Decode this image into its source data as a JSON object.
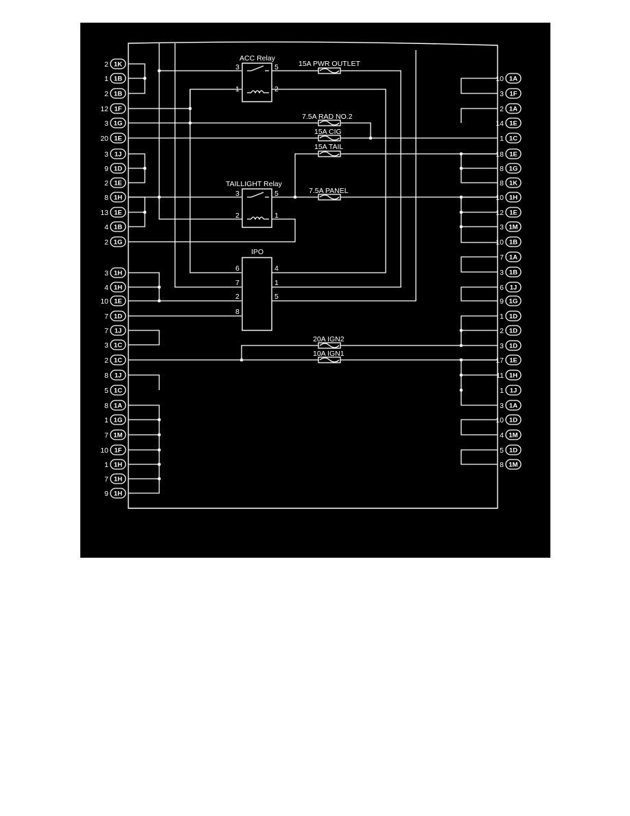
{
  "colors": {
    "background": "#000000",
    "wire": "#ffffff"
  },
  "left_terminals": [
    {
      "pin": "2",
      "conn": "1K"
    },
    {
      "pin": "1",
      "conn": "1B"
    },
    {
      "pin": "2",
      "conn": "1B"
    },
    {
      "pin": "12",
      "conn": "1F"
    },
    {
      "pin": "3",
      "conn": "1G"
    },
    {
      "pin": "20",
      "conn": "1E"
    },
    {
      "pin": "3",
      "conn": "1J"
    },
    {
      "pin": "9",
      "conn": "1D"
    },
    {
      "pin": "2",
      "conn": "1E"
    },
    {
      "pin": "8",
      "conn": "1H"
    },
    {
      "pin": "13",
      "conn": "1E"
    },
    {
      "pin": "4",
      "conn": "1B"
    },
    {
      "pin": "2",
      "conn": "1G"
    },
    {
      "pin": "3",
      "conn": "1H"
    },
    {
      "pin": "4",
      "conn": "1H"
    },
    {
      "pin": "10",
      "conn": "1E"
    },
    {
      "pin": "7",
      "conn": "1D"
    },
    {
      "pin": "7",
      "conn": "1J"
    },
    {
      "pin": "3",
      "conn": "1C"
    },
    {
      "pin": "2",
      "conn": "1C"
    },
    {
      "pin": "8",
      "conn": "1J"
    },
    {
      "pin": "5",
      "conn": "1C"
    },
    {
      "pin": "8",
      "conn": "1A"
    },
    {
      "pin": "1",
      "conn": "1G"
    },
    {
      "pin": "7",
      "conn": "1M"
    },
    {
      "pin": "10",
      "conn": "1F"
    },
    {
      "pin": "1",
      "conn": "1H"
    },
    {
      "pin": "7",
      "conn": "1H"
    },
    {
      "pin": "9",
      "conn": "1H"
    }
  ],
  "right_terminals": [
    {
      "pin": "10",
      "conn": "1A"
    },
    {
      "pin": "3",
      "conn": "1F"
    },
    {
      "pin": "2",
      "conn": "1A"
    },
    {
      "pin": "14",
      "conn": "1E"
    },
    {
      "pin": "1",
      "conn": "1C"
    },
    {
      "pin": "18",
      "conn": "1E"
    },
    {
      "pin": "8",
      "conn": "1G"
    },
    {
      "pin": "8",
      "conn": "1K"
    },
    {
      "pin": "10",
      "conn": "1H"
    },
    {
      "pin": "12",
      "conn": "1E"
    },
    {
      "pin": "3",
      "conn": "1M"
    },
    {
      "pin": "10",
      "conn": "1B"
    },
    {
      "pin": "7",
      "conn": "1A"
    },
    {
      "pin": "3",
      "conn": "1B"
    },
    {
      "pin": "6",
      "conn": "1J"
    },
    {
      "pin": "9",
      "conn": "1G"
    },
    {
      "pin": "1",
      "conn": "1D"
    },
    {
      "pin": "2",
      "conn": "1D"
    },
    {
      "pin": "3",
      "conn": "1D"
    },
    {
      "pin": "17",
      "conn": "1E"
    },
    {
      "pin": "11",
      "conn": "1H"
    },
    {
      "pin": "1",
      "conn": "1J"
    },
    {
      "pin": "3",
      "conn": "1A"
    },
    {
      "pin": "10",
      "conn": "1D"
    },
    {
      "pin": "4",
      "conn": "1M"
    },
    {
      "pin": "5",
      "conn": "1D"
    },
    {
      "pin": "8",
      "conn": "1M"
    }
  ],
  "fuses": {
    "pwr_outlet": "15A PWR OUTLET",
    "rad_no2": "7.5A RAD NO.2",
    "cig": "15A CIG",
    "tail": "15A TAIL",
    "panel": "7.5A PANEL",
    "ign2": "20A IGN2",
    "ign1": "10A IGN1"
  },
  "acc_relay": {
    "title": "ACC Relay",
    "pins": [
      "3",
      "5",
      "1",
      "2"
    ]
  },
  "taillight_relay": {
    "title": "TAILLIGHT Relay",
    "pins": [
      "3",
      "5",
      "2",
      "1"
    ]
  },
  "ipo": {
    "title": "IPO",
    "left_pins": [
      "6",
      "7",
      "2",
      "8"
    ],
    "right_pins": [
      "4",
      "1",
      "5"
    ]
  }
}
